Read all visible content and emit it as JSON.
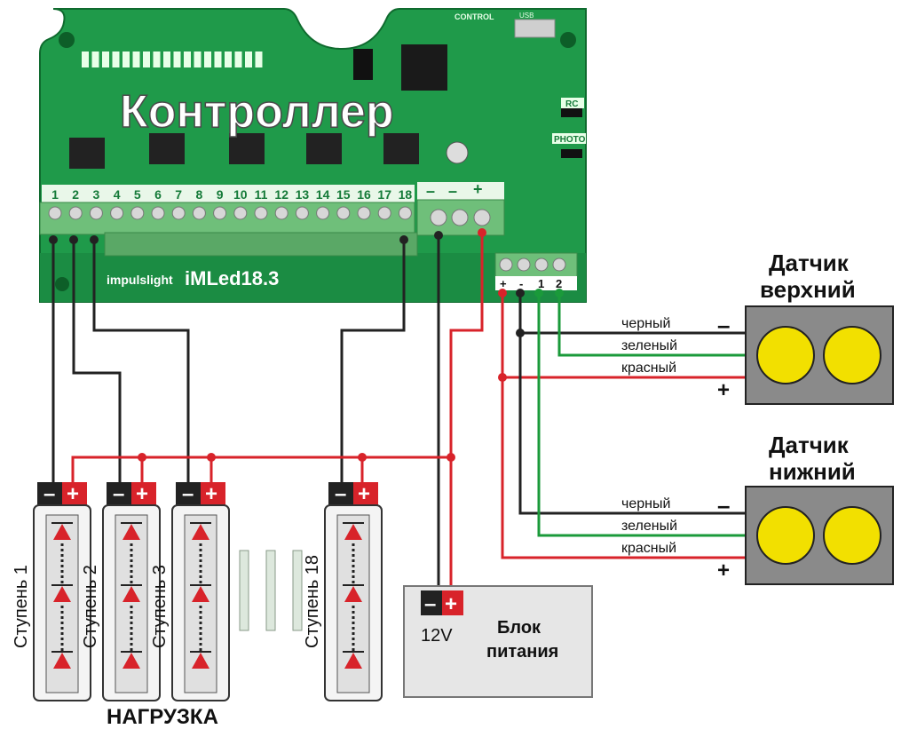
{
  "controller": {
    "title": "Контроллер",
    "brand": "impulslight",
    "model": "iMLed18.3",
    "label_control": "CONTROL",
    "label_usb": "USB",
    "label_rc": "RC",
    "label_photo": "PHOTO",
    "terminals": [
      "1",
      "2",
      "3",
      "4",
      "5",
      "6",
      "7",
      "8",
      "9",
      "10",
      "11",
      "12",
      "13",
      "14",
      "15",
      "16",
      "17",
      "18"
    ],
    "power_terminals": [
      "–",
      "–",
      "+"
    ],
    "sensor_terminals": [
      "+",
      "-",
      "1",
      "2"
    ]
  },
  "sensors": [
    {
      "title_line1": "Датчик",
      "title_line2": "верхний",
      "wires": [
        "черный",
        "зеленый",
        "красный"
      ],
      "minus": "–",
      "plus": "+"
    },
    {
      "title_line1": "Датчик",
      "title_line2": "нижний",
      "wires": [
        "черный",
        "зеленый",
        "красный"
      ],
      "minus": "–",
      "plus": "+"
    }
  ],
  "loads": {
    "caption": "НАГРУЗКА",
    "strips": [
      {
        "label": "Ступень 1"
      },
      {
        "label": "Ступень 2"
      },
      {
        "label": "Ступень 3"
      },
      {
        "label": "Ступень 18"
      }
    ],
    "minus": "–",
    "plus": "+"
  },
  "psu": {
    "voltage": "12V",
    "title_line1": "Блок",
    "title_line2": "питания",
    "minus": "–",
    "plus": "+"
  },
  "colors": {
    "pcb": "#1f9a4a",
    "pcb_dark": "#147a38",
    "terminal": "#6fbf7a",
    "wire_black": "#222222",
    "wire_red": "#d8232a",
    "wire_green": "#1a9a3a",
    "sensor_body": "#8a8a8a",
    "sensor_lens": "#f2e000",
    "strip_red": "#d8232a"
  }
}
